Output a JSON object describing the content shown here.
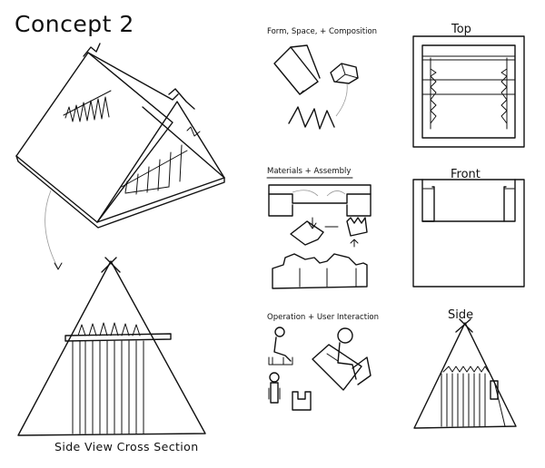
{
  "title": "Concept 2",
  "labels": {
    "form": "Form, Space, + Composition",
    "top": "Top",
    "materials": "Materials + Assembly",
    "front": "Front",
    "operation": "Operation + User Interaction",
    "side": "Side",
    "section": "Side View  Cross Section"
  }
}
